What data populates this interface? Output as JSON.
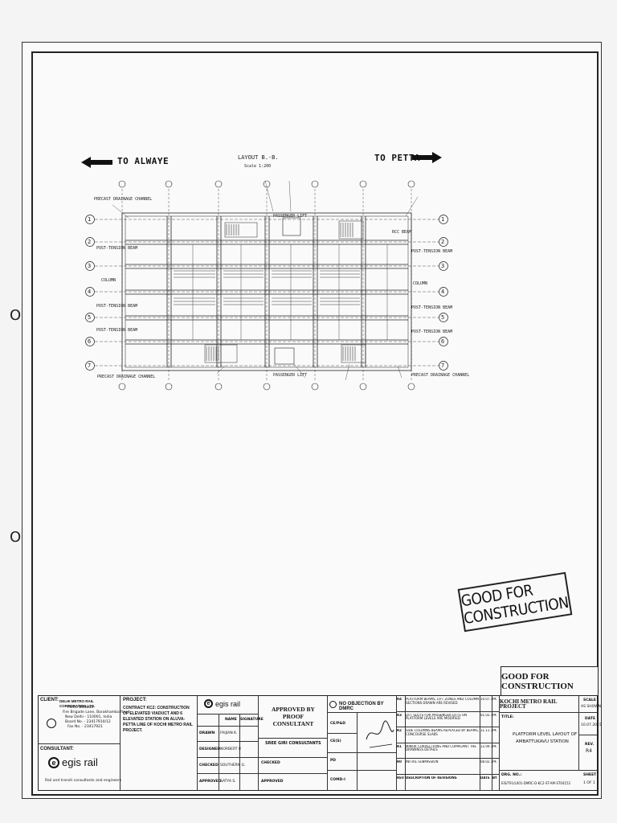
{
  "drawing": {
    "to_left": "TO ALWAYE",
    "to_right": "TO PETTA",
    "layout_title": "LAYOUT B.-B.",
    "scale_note": "Scale 1:200",
    "grid_rows": [
      "1",
      "2",
      "3",
      "4",
      "5",
      "6",
      "7"
    ],
    "left_labels": [
      {
        "text": "PRECAST DRAINAGE CHANNEL"
      },
      {
        "text": "POST-TENSION BEAM"
      },
      {
        "text": "COLUMN"
      },
      {
        "text": "POST-TENSION BEAM"
      },
      {
        "text": "POST-TENSION BEAM"
      },
      {
        "text": "PRECAST DRAINAGE CHANNEL"
      }
    ],
    "right_labels": [
      {
        "text": "RCC BEAM"
      },
      {
        "text": "POST-TENSION BEAM"
      },
      {
        "text": "COLUMN"
      },
      {
        "text": "POST-TENSION BEAM"
      },
      {
        "text": "POST-TENSION BEAM"
      },
      {
        "text": "PRECAST DRAINAGE CHANNEL"
      }
    ],
    "inner_labels": [
      "PASSENGER LIFT",
      "PASSENGER LIFT"
    ]
  },
  "stamp": {
    "text": "GOOD FOR CONSTRUCTION"
  },
  "title_block": {
    "gfc_header": "GOOD FOR CONSTRUCTION",
    "client_label": "CLIENT:",
    "client_name": "DELHI METRO RAIL CORPORATION LTD.",
    "client_addr1": "Metro Bhawan",
    "client_addr2": "Fire Brigade Lane, Barakhamba Road,",
    "client_addr3": "New Delhi - 110001, India",
    "client_phone": "Board No. - 23417910/12",
    "client_fax": "Fax No. - 23417921",
    "consultant_label": "CONSULTANT:",
    "consultant_name": "egis rail",
    "consultant_tag": "Rail and transit consultants and engineers",
    "project_label": "PROJECT:",
    "project_text": "CONTRACT KC2: CONSTRUCTION OF ELEVATED VIADUCT AND 6 ELEVATED STATION ON ALUVA-PETTA LINE OF KOCHI METRO RAIL PROJECT.",
    "egis_header": "egis rail",
    "col_name": "NAME",
    "col_sign": "SIGNATURE",
    "roles": [
      {
        "role": "DRAWN",
        "name": "FAIJIAN K."
      },
      {
        "role": "DESIGNED",
        "name": "NORBERT P."
      },
      {
        "role": "CHECKED",
        "name": "SOUTHERN G."
      },
      {
        "role": "APPROVED",
        "name": "SATYA S."
      }
    ],
    "approved_by": "APPROVED BY PROOF CONSULTANT",
    "sree_giri": "SREE GIRI CONSULTANTS",
    "checked": "CHECKED",
    "approved": "APPROVED",
    "no_objection": "NO OBJECTION BY DMRC",
    "dmrc_rows": [
      "CE/P&D",
      "CE(S)",
      "PD",
      "COMD-I"
    ],
    "revisions": [
      {
        "rev": "R4",
        "desc": "PLATFORM BEAMS, LIFT ZONES AND COLUMN SECTIONS DRAWN ARE REVISED",
        "date": "10.07.15",
        "by": "PK"
      },
      {
        "rev": "R3",
        "desc": "LIFT SLOTS FOR PASSENGER LIFTS ON PLATFORM LEVELS ARE MODIFIED",
        "date": "01.02.15",
        "by": "PK"
      },
      {
        "rev": "R2",
        "desc": "SIDE COLUMNS BEAMS REPLACED BY BEAMS, CONCOURSE SLABS",
        "date": "11.11.14",
        "by": "PK"
      },
      {
        "rev": "R1",
        "desc": "MINOR CORRECTIONS AND COMPLIANT THE DRAWINGS DETAILS",
        "date": "12.09.14",
        "by": "PK"
      },
      {
        "rev": "R0",
        "desc": "INITIAL SUBMISSION",
        "date": "08.02.14",
        "by": "PK"
      },
      {
        "rev": "REV",
        "desc": "DESCRIPTION OF REVISIONS",
        "date": "DATE",
        "by": "BY"
      }
    ],
    "kochi_project": "KOCHI METRO RAIL PROJECT",
    "scale_label": "SCALE",
    "scale_value": "AS SHOWN",
    "title_label": "TITLE:",
    "title_text1": "PLATFORM LEVEL LAYOUT OF",
    "title_text2": "AMBATTUKAVU STATION",
    "date_label": "DATE",
    "date_value": "10.07.2015",
    "rev_label": "REV.",
    "rev_value": "R4",
    "dwg_label": "DRG. NO.:",
    "dwg_value": "EIS/T91/L001-DMRC-D-KC2-ST-AM-ST04152",
    "sheet_label": "SHEET",
    "sheet_value": "1 OF 1"
  }
}
